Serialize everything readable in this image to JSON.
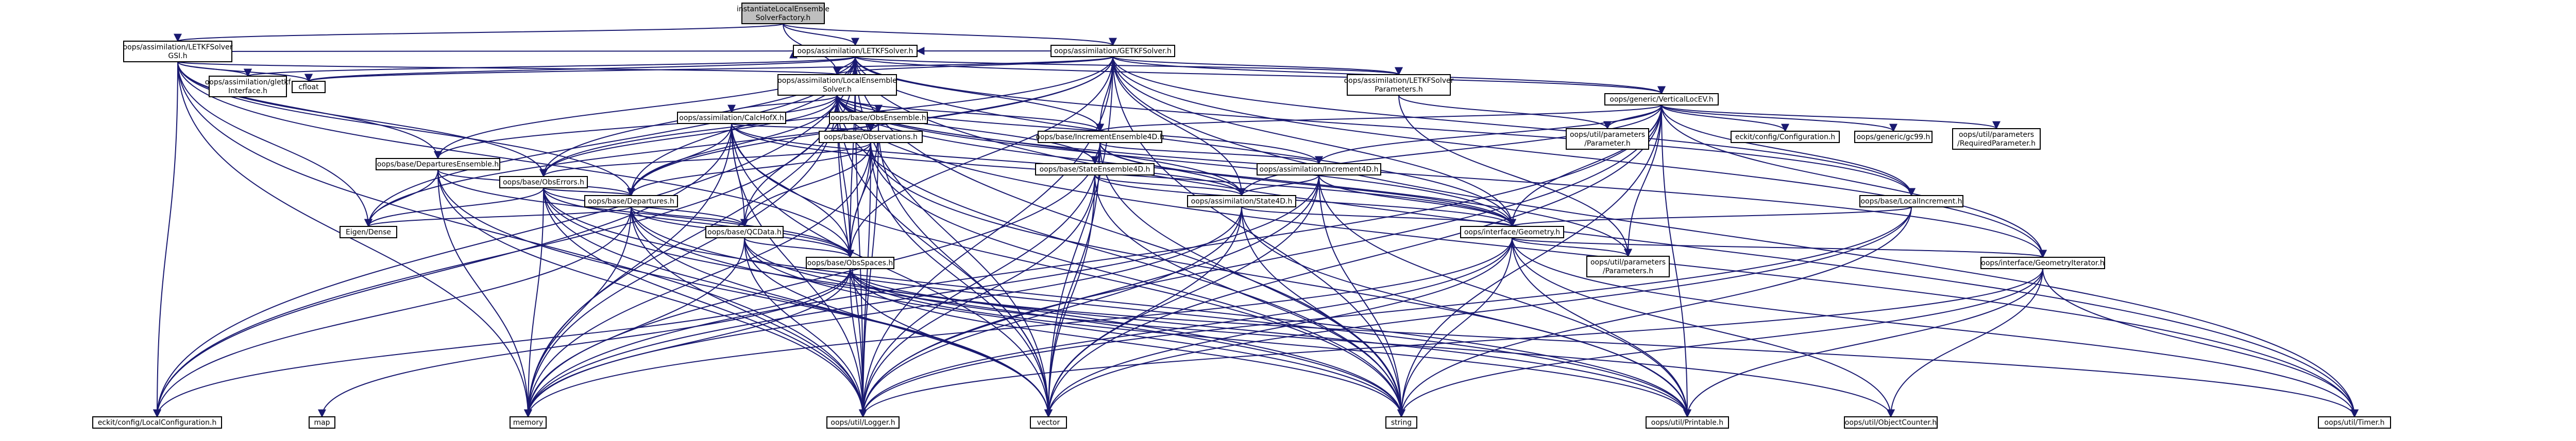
{
  "diagram": {
    "colors": {
      "edge": "#191970",
      "root_fill": "#bfbfbf",
      "node_fill": "#ffffff",
      "node_stroke": "#000000",
      "text": "#000000",
      "red_text": "#ff0000"
    },
    "nodes": [
      {
        "id": "root",
        "lines": [
          "instantiateLocalEnsemble",
          "SolverFactory.h"
        ],
        "style": "root"
      },
      {
        "id": "letkfgsi",
        "lines": [
          "oops/assimilation/LETKFSolver",
          "GSI.h"
        ],
        "style": "black"
      },
      {
        "id": "letkf",
        "lines": [
          "oops/assimilation/LETKFSolver.h"
        ],
        "style": "black"
      },
      {
        "id": "getkf",
        "lines": [
          "oops/assimilation/GETKFSolver.h"
        ],
        "style": "black"
      },
      {
        "id": "gsiinterface",
        "lines": [
          "oops/assimilation/gletkf",
          "Interface.h"
        ],
        "style": "black"
      },
      {
        "id": "cfloat",
        "lines": [
          "cfloat"
        ],
        "style": "black"
      },
      {
        "id": "localens",
        "lines": [
          "oops/assimilation/LocalEnsemble",
          "Solver.h"
        ],
        "style": "black"
      },
      {
        "id": "letkfparams",
        "lines": [
          "oops/assimilation/LETKFSolver",
          "Parameters.h"
        ],
        "style": "black"
      },
      {
        "id": "vertloc",
        "lines": [
          "oops/generic/VerticalLocEV.h"
        ],
        "style": "black"
      },
      {
        "id": "calcHofX",
        "lines": [
          "oops/assimilation/CalcHofX.h"
        ],
        "style": "red"
      },
      {
        "id": "obsens",
        "lines": [
          "oops/base/ObsEnsemble.h"
        ],
        "style": "black"
      },
      {
        "id": "incens4d",
        "lines": [
          "oops/base/IncrementEnsemble4D.h"
        ],
        "style": "red"
      },
      {
        "id": "observations",
        "lines": [
          "oops/base/Observations.h"
        ],
        "style": "red"
      },
      {
        "id": "eckitlocalconf1",
        "lines": [
          "eckit/config/Configuration.h"
        ],
        "style": "black"
      },
      {
        "id": "gc99",
        "lines": [
          "oops/generic/gc99.h"
        ],
        "style": "black"
      },
      {
        "id": "reqparam",
        "lines": [
          "oops/util/parameters",
          "/RequiredParameter.h"
        ],
        "style": "black"
      },
      {
        "id": "paramh",
        "lines": [
          "oops/util/parameters",
          "/Parameter.h"
        ],
        "style": "black"
      },
      {
        "id": "departens",
        "lines": [
          "oops/base/DeparturesEnsemble.h"
        ],
        "style": "black"
      },
      {
        "id": "obserrors",
        "lines": [
          "oops/base/ObsErrors.h"
        ],
        "style": "red"
      },
      {
        "id": "stateens4d",
        "lines": [
          "oops/base/StateEnsemble4D.h"
        ],
        "style": "red"
      },
      {
        "id": "increment4d",
        "lines": [
          "oops/assimilation/Increment4D.h"
        ],
        "style": "red"
      },
      {
        "id": "localincrement",
        "lines": [
          "oops/base/LocalIncrement.h"
        ],
        "style": "red"
      },
      {
        "id": "departures",
        "lines": [
          "oops/base/Departures.h"
        ],
        "style": "red"
      },
      {
        "id": "state4d",
        "lines": [
          "oops/assimilation/State4D.h"
        ],
        "style": "red"
      },
      {
        "id": "geometry",
        "lines": [
          "oops/interface/Geometry.h"
        ],
        "style": "red"
      },
      {
        "id": "eigendense",
        "lines": [
          "Eigen/Dense"
        ],
        "style": "black"
      },
      {
        "id": "qcdata",
        "lines": [
          "oops/base/QCData.h"
        ],
        "style": "red"
      },
      {
        "id": "obsspaces",
        "lines": [
          "oops/base/ObsSpaces.h"
        ],
        "style": "red"
      },
      {
        "id": "paramsh",
        "lines": [
          "oops/util/parameters",
          "/Parameters.h"
        ],
        "style": "black"
      },
      {
        "id": "geomiter",
        "lines": [
          "oops/interface/GeometryIterator.h"
        ],
        "style": "red"
      },
      {
        "id": "eckitlocalconf",
        "lines": [
          "eckit/config/LocalConfiguration.h"
        ],
        "style": "black"
      },
      {
        "id": "map",
        "lines": [
          "map"
        ],
        "style": "black"
      },
      {
        "id": "memory",
        "lines": [
          "memory"
        ],
        "style": "black"
      },
      {
        "id": "logger",
        "lines": [
          "oops/util/Logger.h"
        ],
        "style": "black"
      },
      {
        "id": "vector",
        "lines": [
          "vector"
        ],
        "style": "black"
      },
      {
        "id": "string",
        "lines": [
          "string"
        ],
        "style": "black"
      },
      {
        "id": "printable",
        "lines": [
          "oops/util/Printable.h"
        ],
        "style": "black"
      },
      {
        "id": "objcounter",
        "lines": [
          "oops/util/ObjectCounter.h"
        ],
        "style": "black"
      },
      {
        "id": "timer",
        "lines": [
          "oops/util/Timer.h"
        ],
        "style": "black"
      }
    ],
    "edges": [
      [
        "root",
        "letkfgsi"
      ],
      [
        "root",
        "letkf"
      ],
      [
        "root",
        "getkf"
      ],
      [
        "root",
        "localens"
      ],
      [
        "letkfgsi",
        "letkf"
      ],
      [
        "letkfgsi",
        "gsiinterface"
      ],
      [
        "letkfgsi",
        "cfloat"
      ],
      [
        "letkfgsi",
        "localens"
      ],
      [
        "letkfgsi",
        "departens"
      ],
      [
        "letkfgsi",
        "departures"
      ],
      [
        "letkfgsi",
        "obserrors"
      ],
      [
        "letkfgsi",
        "eigendense"
      ],
      [
        "letkfgsi",
        "eckitlocalconf"
      ],
      [
        "letkfgsi",
        "memory"
      ],
      [
        "letkfgsi",
        "logger"
      ],
      [
        "letkfgsi",
        "obsspaces"
      ],
      [
        "letkf",
        "cfloat"
      ],
      [
        "letkf",
        "gsiinterface"
      ],
      [
        "letkf",
        "localens"
      ],
      [
        "letkf",
        "letkfparams"
      ],
      [
        "letkf",
        "vertloc"
      ],
      [
        "letkf",
        "incens4d"
      ],
      [
        "letkf",
        "departures"
      ],
      [
        "letkf",
        "obserrors"
      ],
      [
        "letkf",
        "departens"
      ],
      [
        "letkf",
        "obsspaces"
      ],
      [
        "letkf",
        "geometry"
      ],
      [
        "letkf",
        "localincrement"
      ],
      [
        "letkf",
        "eigendense"
      ],
      [
        "letkf",
        "vector"
      ],
      [
        "letkf",
        "string"
      ],
      [
        "letkf",
        "logger"
      ],
      [
        "letkf",
        "memory"
      ],
      [
        "letkf",
        "timer"
      ],
      [
        "letkf",
        "eckitlocalconf"
      ],
      [
        "getkf",
        "letkf"
      ],
      [
        "getkf",
        "localens"
      ],
      [
        "getkf",
        "letkfparams"
      ],
      [
        "getkf",
        "vertloc"
      ],
      [
        "getkf",
        "incens4d"
      ],
      [
        "getkf",
        "departures"
      ],
      [
        "getkf",
        "obserrors"
      ],
      [
        "getkf",
        "geometry"
      ],
      [
        "getkf",
        "geomiter"
      ],
      [
        "getkf",
        "localincrement"
      ],
      [
        "getkf",
        "state4d"
      ],
      [
        "getkf",
        "vector"
      ],
      [
        "getkf",
        "string"
      ],
      [
        "getkf",
        "logger"
      ],
      [
        "getkf",
        "timer"
      ],
      [
        "getkf",
        "eigendense"
      ],
      [
        "getkf",
        "cfloat"
      ],
      [
        "getkf",
        "obsspaces"
      ],
      [
        "localens",
        "calcHofX"
      ],
      [
        "localens",
        "obsens"
      ],
      [
        "localens",
        "incens4d"
      ],
      [
        "localens",
        "observations"
      ],
      [
        "localens",
        "departens"
      ],
      [
        "localens",
        "obserrors"
      ],
      [
        "localens",
        "stateens4d"
      ],
      [
        "localens",
        "departures"
      ],
      [
        "localens",
        "geometry"
      ],
      [
        "localens",
        "geomiter"
      ],
      [
        "localens",
        "obsspaces"
      ],
      [
        "localens",
        "qcdata"
      ],
      [
        "localens",
        "state4d"
      ],
      [
        "localens",
        "increment4d"
      ],
      [
        "localens",
        "eckitlocalconf"
      ],
      [
        "localens",
        "memory"
      ],
      [
        "localens",
        "logger"
      ],
      [
        "localens",
        "vector"
      ],
      [
        "localens",
        "string"
      ],
      [
        "localens",
        "timer"
      ],
      [
        "localens",
        "paramsh"
      ],
      [
        "letkfparams",
        "paramsh"
      ],
      [
        "letkfparams",
        "paramh"
      ],
      [
        "vertloc",
        "eckitlocalconf1"
      ],
      [
        "vertloc",
        "gc99"
      ],
      [
        "vertloc",
        "reqparam"
      ],
      [
        "vertloc",
        "paramh"
      ],
      [
        "vertloc",
        "paramsh"
      ],
      [
        "vertloc",
        "incens4d"
      ],
      [
        "vertloc",
        "increment4d"
      ],
      [
        "vertloc",
        "state4d"
      ],
      [
        "vertloc",
        "geometry"
      ],
      [
        "vertloc",
        "geomiter"
      ],
      [
        "vertloc",
        "localincrement"
      ],
      [
        "vertloc",
        "memory"
      ],
      [
        "vertloc",
        "string"
      ],
      [
        "vertloc",
        "vector"
      ],
      [
        "vertloc",
        "printable"
      ],
      [
        "vertloc",
        "logger"
      ],
      [
        "calcHofX",
        "observations"
      ],
      [
        "calcHofX",
        "obsspaces"
      ],
      [
        "calcHofX",
        "qcdata"
      ],
      [
        "calcHofX",
        "departures"
      ],
      [
        "calcHofX",
        "geometry"
      ],
      [
        "calcHofX",
        "state4d"
      ],
      [
        "calcHofX",
        "eckitlocalconf"
      ],
      [
        "calcHofX",
        "memory"
      ],
      [
        "calcHofX",
        "logger"
      ],
      [
        "calcHofX",
        "vector"
      ],
      [
        "calcHofX",
        "string"
      ],
      [
        "obsens",
        "observations"
      ],
      [
        "obsens",
        "obsspaces"
      ],
      [
        "obsens",
        "logger"
      ],
      [
        "obsens",
        "vector"
      ],
      [
        "incens4d",
        "increment4d"
      ],
      [
        "incens4d",
        "stateens4d"
      ],
      [
        "incens4d",
        "geometry"
      ],
      [
        "incens4d",
        "state4d"
      ],
      [
        "incens4d",
        "logger"
      ],
      [
        "incens4d",
        "vector"
      ],
      [
        "incens4d",
        "string"
      ],
      [
        "incens4d",
        "memory"
      ],
      [
        "observations",
        "departures"
      ],
      [
        "observations",
        "obsspaces"
      ],
      [
        "observations",
        "qcdata"
      ],
      [
        "observations",
        "obserrors"
      ],
      [
        "observations",
        "logger"
      ],
      [
        "observations",
        "vector"
      ],
      [
        "observations",
        "printable"
      ],
      [
        "observations",
        "string"
      ],
      [
        "observations",
        "memory"
      ],
      [
        "departens",
        "departures"
      ],
      [
        "departens",
        "obsspaces"
      ],
      [
        "departens",
        "eigendense"
      ],
      [
        "departens",
        "vector"
      ],
      [
        "departens",
        "memory"
      ],
      [
        "departens",
        "logger"
      ],
      [
        "obserrors",
        "departures"
      ],
      [
        "obserrors",
        "obsspaces"
      ],
      [
        "obserrors",
        "qcdata"
      ],
      [
        "obserrors",
        "eigendense"
      ],
      [
        "obserrors",
        "logger"
      ],
      [
        "obserrors",
        "memory"
      ],
      [
        "obserrors",
        "vector"
      ],
      [
        "obserrors",
        "printable"
      ],
      [
        "obserrors",
        "string"
      ],
      [
        "stateens4d",
        "state4d"
      ],
      [
        "stateens4d",
        "geometry"
      ],
      [
        "stateens4d",
        "logger"
      ],
      [
        "stateens4d",
        "vector"
      ],
      [
        "stateens4d",
        "string"
      ],
      [
        "increment4d",
        "geometry"
      ],
      [
        "increment4d",
        "state4d"
      ],
      [
        "increment4d",
        "logger"
      ],
      [
        "increment4d",
        "vector"
      ],
      [
        "increment4d",
        "string"
      ],
      [
        "increment4d",
        "printable"
      ],
      [
        "increment4d",
        "memory"
      ],
      [
        "localincrement",
        "geometry"
      ],
      [
        "localincrement",
        "logger"
      ],
      [
        "localincrement",
        "vector"
      ],
      [
        "localincrement",
        "string"
      ],
      [
        "departures",
        "qcdata"
      ],
      [
        "departures",
        "obsspaces"
      ],
      [
        "departures",
        "eigendense"
      ],
      [
        "departures",
        "logger"
      ],
      [
        "departures",
        "vector"
      ],
      [
        "departures",
        "memory"
      ],
      [
        "departures",
        "string"
      ],
      [
        "departures",
        "printable"
      ],
      [
        "departures",
        "eckitlocalconf"
      ],
      [
        "state4d",
        "geometry"
      ],
      [
        "state4d",
        "logger"
      ],
      [
        "state4d",
        "vector"
      ],
      [
        "state4d",
        "string"
      ],
      [
        "state4d",
        "printable"
      ],
      [
        "state4d",
        "memory"
      ],
      [
        "geometry",
        "geomiter"
      ],
      [
        "geometry",
        "paramsh"
      ],
      [
        "geometry",
        "logger"
      ],
      [
        "geometry",
        "printable"
      ],
      [
        "geometry",
        "objcounter"
      ],
      [
        "geometry",
        "timer"
      ],
      [
        "geometry",
        "memory"
      ],
      [
        "geometry",
        "vector"
      ],
      [
        "geometry",
        "string"
      ],
      [
        "qcdata",
        "obsspaces"
      ],
      [
        "qcdata",
        "memory"
      ],
      [
        "qcdata",
        "logger"
      ],
      [
        "qcdata",
        "vector"
      ],
      [
        "qcdata",
        "printable"
      ],
      [
        "qcdata",
        "string"
      ],
      [
        "obsspaces",
        "eckitlocalconf"
      ],
      [
        "obsspaces",
        "map"
      ],
      [
        "obsspaces",
        "memory"
      ],
      [
        "obsspaces",
        "logger"
      ],
      [
        "obsspaces",
        "vector"
      ],
      [
        "obsspaces",
        "string"
      ],
      [
        "obsspaces",
        "printable"
      ],
      [
        "obsspaces",
        "objcounter"
      ],
      [
        "obsspaces",
        "timer"
      ],
      [
        "geomiter",
        "logger"
      ],
      [
        "geomiter",
        "printable"
      ],
      [
        "geomiter",
        "objcounter"
      ],
      [
        "geomiter",
        "timer"
      ],
      [
        "geomiter",
        "string"
      ]
    ]
  }
}
